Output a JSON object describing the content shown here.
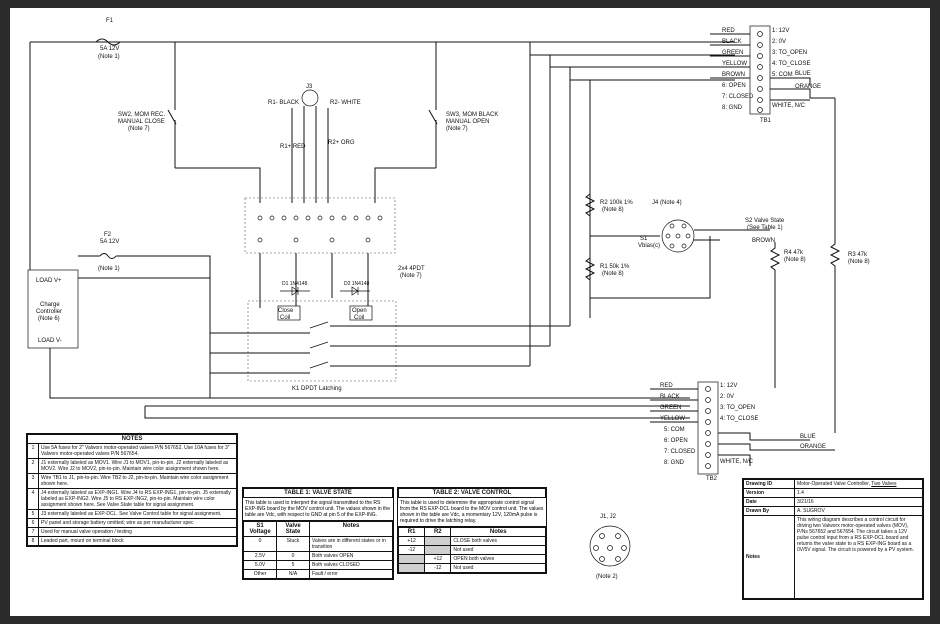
{
  "fuse_f1": {
    "name": "F1",
    "rating": "5A 12V",
    "note": "(Note 1)"
  },
  "fuse_f2": {
    "name": "F2",
    "rating": "5A 12V",
    "note": "(Note 1)"
  },
  "sw2": {
    "l1": "SW2, MOM REC.",
    "l2": "MANUAL CLOSE",
    "l3": "(Note 7)"
  },
  "sw3": {
    "l1": "SW3, MOM BLACK",
    "l2": "MANUAL OPEN",
    "l3": "(Note 7)"
  },
  "j3": {
    "name": "J3",
    "r1": "R1- BLACK",
    "r2": "R2- WHITE",
    "r1p": "R1+ RED",
    "r2p": "R2+ ORG"
  },
  "relay_block": {
    "name": "2x4 4PDT",
    "note": "(Note 7)"
  },
  "charge_controller": {
    "top": "LOAD V+",
    "l1": "Charge",
    "l2": "Controller",
    "l3": "(Note 6)",
    "bottom": "LOAD V-"
  },
  "k1": {
    "name": "K1 DPDT Latching",
    "close1": "Close",
    "close2": "Coil",
    "open1": "Open",
    "open2": "Coil",
    "d1": "D1 1N4148",
    "d2": "D2 1N4148"
  },
  "j4": {
    "name": "J4 (Note 4)",
    "s1": "S1",
    "s1b": "Vbias(c)"
  },
  "r2": {
    "l1": "R2 100k 1%",
    "l2": "(Note 8)"
  },
  "r1": {
    "l1": "R1 50k 1%",
    "l2": "(Note 8)"
  },
  "s2": {
    "l1": "S2 Valve State",
    "l2": "(See Table 1)",
    "l3": "BROWN"
  },
  "r4": {
    "l1": "R4 47k",
    "l2": "(Note 8)"
  },
  "r3": {
    "l1": "R3 47k",
    "l2": "(Note 8)"
  },
  "tb1": {
    "name": "TB1",
    "wires": [
      "RED",
      "BLACK",
      "GREEN",
      "YELLOW",
      "BROWN"
    ],
    "terms": [
      "1: 12V",
      "2: 0V",
      "3: TO_OPEN",
      "4: TO_CLOSE",
      "5: COM",
      "6: OPEN",
      "7: CLOSED",
      "8: GND"
    ],
    "left_terms": [
      "6: OPEN",
      "7: CLOSED",
      "8: GND"
    ],
    "right": [
      "BLUE",
      "ORANGE",
      "WHITE, N/C"
    ]
  },
  "tb2": {
    "name": "TB2",
    "wires": [
      "RED",
      "BLACK",
      "GREEN",
      "YELLOW"
    ],
    "terms": [
      "1: 12V",
      "2: 0V",
      "3: TO_OPEN",
      "4: TO_CLOSE"
    ],
    "left_terms": [
      "5: COM",
      "6: OPEN",
      "7: CLOSED",
      "8: GND"
    ],
    "right": [
      "BLUE",
      "ORANGE",
      "WHITE, N/C"
    ]
  },
  "j1j2": {
    "name": "J1, J2",
    "note": "(Note 2)"
  },
  "notes": {
    "title": "NOTES",
    "items": [
      "Use 5A fuses for 2\" Valworx motor-operated valves P/N 567652. Use 10A fuses for 3\" Valworx motor-operated valves P/N 567654.",
      "J1 externally labeled as MOV1. Wire J1 to MOV1, pin-to-pin. J2 externally labeled as MOV2. Wire J2 to MOV2, pin-to-pin. Maintain wire color assignment shown here.",
      "Wire TB1 to J1, pin-to-pin. Wire TB2 to J2, pin-to-pin. Maintain wire color assignment shown here.",
      "J4 externally labeled as EXP-ING1. Wire J4 to RS EXP-ING1, pin-to-pin. J5 externally labeled as EXP-ING2. Wire J5 to RS EXP-ING2, pin-to-pin. Maintain wire color assignment shown here. See Valve State table for signal assignment.",
      "J3 externally labeled as EXP-DCL. See Valve Control table for signal assignment.",
      "PV panel and storage battery omitted; wire as per manufacturer spec",
      "Used for manual valve operation / testing",
      "Leaded part, mount on terminal block"
    ]
  },
  "table1": {
    "title": "TABLE 1: VALVE STATE",
    "intro": "This table is used to interpret the signal transmitted to the RS EXP-ING board by the MOV control unit. The values shown in the table are Vdc, with respect to GND at pin 5 of the EXP-ING.",
    "headers": [
      "S1 Voltage",
      "Valve State",
      "Notes"
    ],
    "rows": [
      [
        "0",
        "Stuck",
        "Valves are in different states or in transition"
      ],
      [
        "2.5V",
        "0",
        "Both valves OPEN"
      ],
      [
        "5.0V",
        "5",
        "Both valves CLOSED"
      ],
      [
        "Other",
        "N/A",
        "Fault / error"
      ]
    ]
  },
  "table2": {
    "title": "TABLE 2: VALVE CONTROL",
    "intro": "This table is used to determine the appropriate control signal from the RS EXP-DCL board to the MOV control unit. The values shown in the table are Vdc, a momentary 12V, 120mA pulse is required to drive the latching relay.",
    "headers": [
      "R1",
      "R2",
      "Notes"
    ],
    "rows": [
      [
        "+12",
        "",
        "CLOSE both valves"
      ],
      [
        "-12",
        "",
        "Not used"
      ],
      [
        "",
        "+12",
        "OPEN both valves"
      ],
      [
        "",
        "-12",
        "Not used"
      ]
    ]
  },
  "title_block": {
    "drawing_id_label": "Drawing ID",
    "drawing_id": "Motor-Operated Valve Controller, ",
    "drawing_id_u": "Two Valves",
    "version_label": "Version",
    "version": "1.4",
    "date_label": "Date",
    "date": "3/21/16",
    "drawn_label": "Drawn By",
    "drawn": "A. SUGROV",
    "notes_label": "Notes",
    "notes": "This wiring diagram describes a control circuit for driving two Valworx motor-operated valves (MOV), P/Ns 567652 and 567654. The circuit takes a 12V pulse control input from a RS EXP-DCL board and returns the valve state to a RS EXP-ING board as a 0V/5V signal. The circuit is powered by a PV system."
  }
}
